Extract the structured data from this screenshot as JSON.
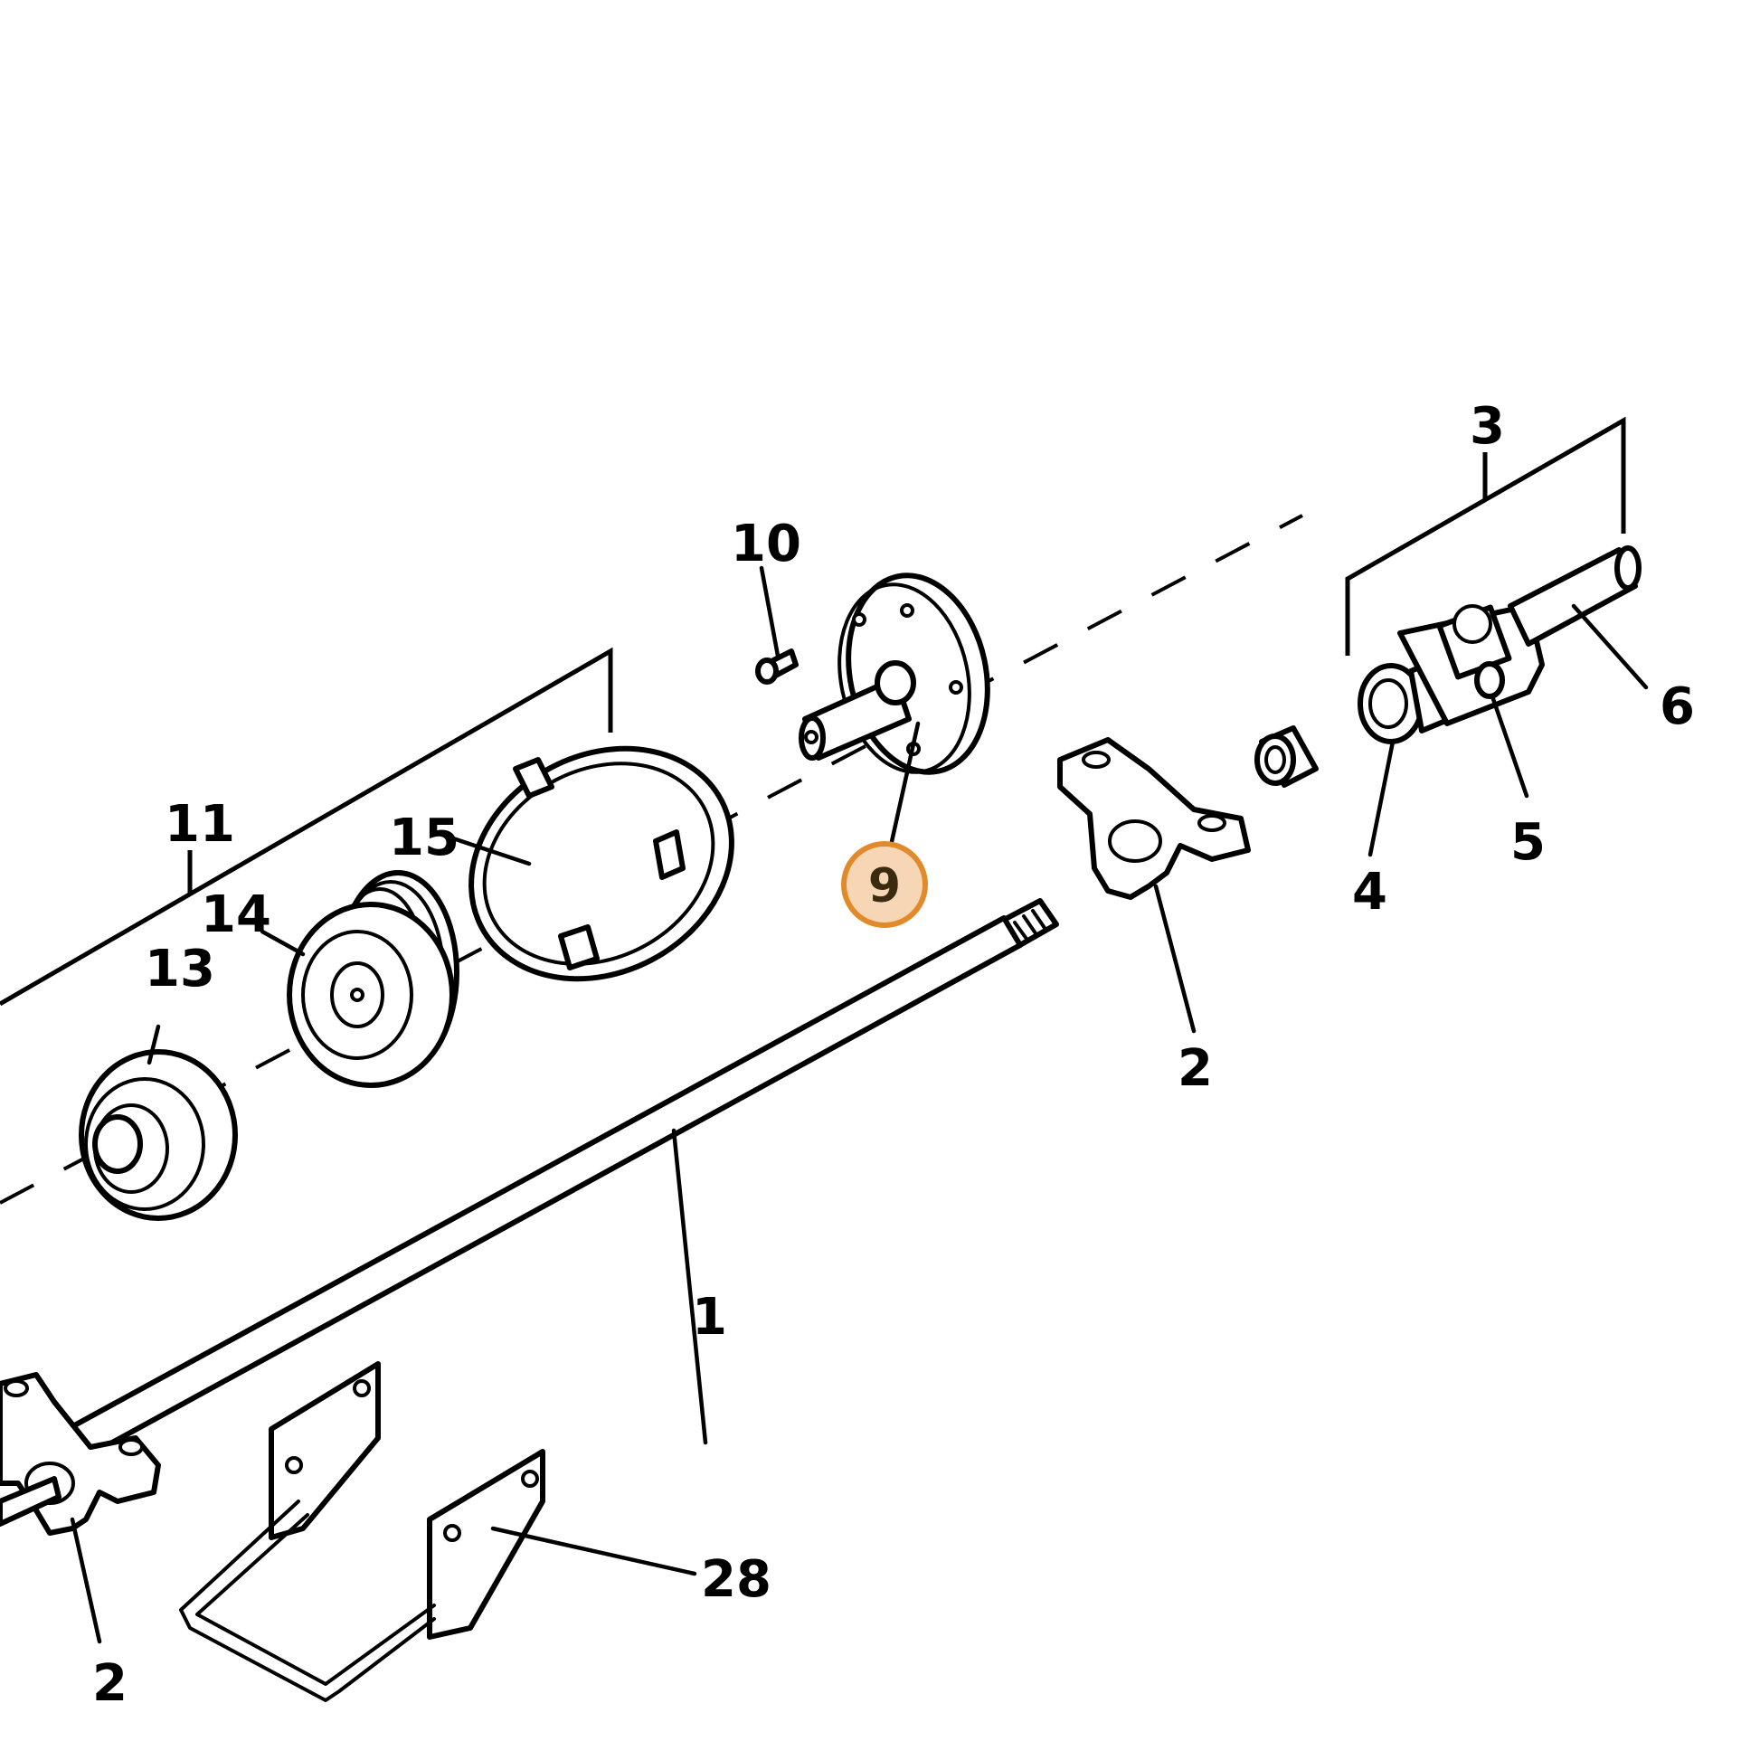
{
  "diagram": {
    "labels": {
      "l1": "1",
      "l2a": "2",
      "l2b": "2",
      "l3": "3",
      "l4": "4",
      "l5": "5",
      "l6": "6",
      "l9": "9",
      "l10": "10",
      "l11": "11",
      "l13": "13",
      "l14": "14",
      "l15": "15",
      "l28": "28"
    },
    "highlight": {
      "label": "9",
      "color": "#e08a2c"
    }
  }
}
